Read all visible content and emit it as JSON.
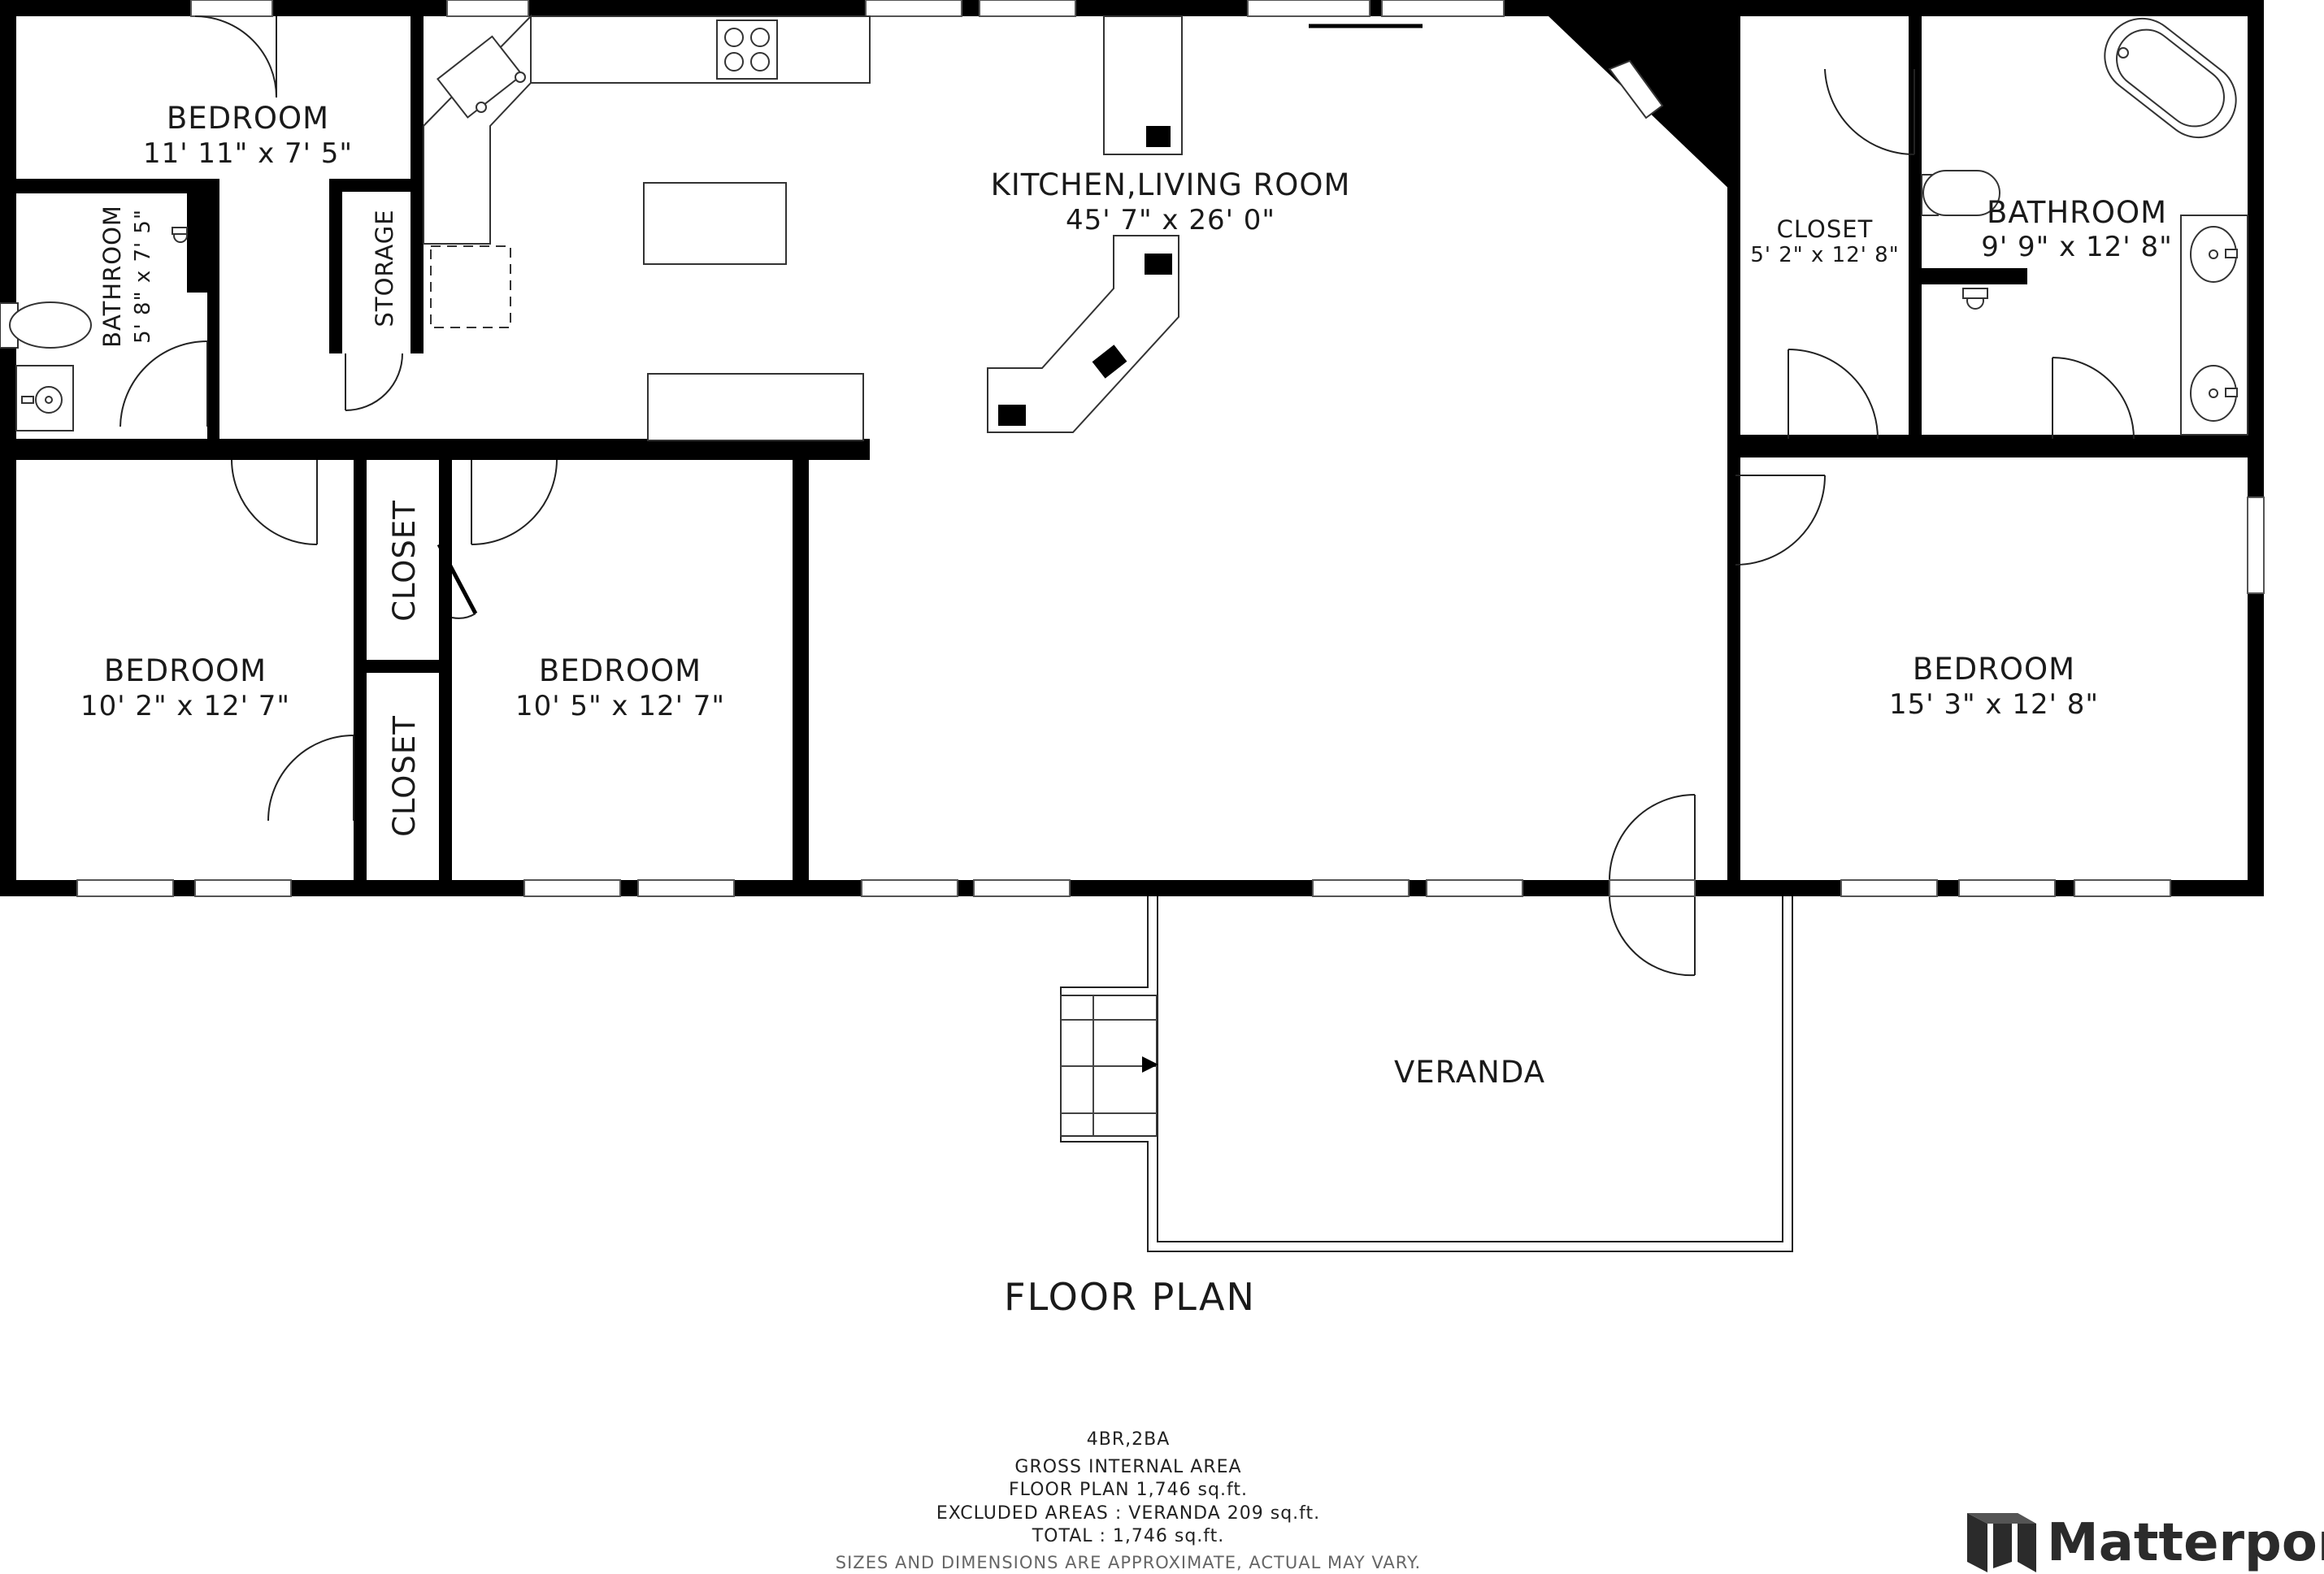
{
  "rooms": {
    "bedroom_top_left": {
      "name": "BEDROOM",
      "dims": "11' 11\" x 7' 5\""
    },
    "bathroom_left": {
      "name": "BATHROOM",
      "dims": "5' 8\" x 7' 5\""
    },
    "storage": {
      "name": "STORAGE"
    },
    "kitchen_living": {
      "name": "KITCHEN,LIVING ROOM",
      "dims": "45' 7\" x 26' 0\""
    },
    "closet_right": {
      "name": "CLOSET",
      "dims": "5' 2\" x 12' 8\""
    },
    "bathroom_right": {
      "name": "BATHROOM",
      "dims": "9' 9\" x 12' 8\""
    },
    "bedroom_bottom_left": {
      "name": "BEDROOM",
      "dims": "10' 2\" x 12' 7\""
    },
    "closet_upper": {
      "name": "CLOSET"
    },
    "closet_lower": {
      "name": "CLOSET"
    },
    "bedroom_bottom_mid": {
      "name": "BEDROOM",
      "dims": "10' 5\" x 12' 7\""
    },
    "bedroom_right": {
      "name": "BEDROOM",
      "dims": "15' 3\" x 12' 8\""
    },
    "veranda": {
      "name": "VERANDA"
    }
  },
  "title": "FLOOR PLAN",
  "summary": {
    "line1": "4BR,2BA",
    "line2": "GROSS INTERNAL AREA",
    "line3": "FLOOR PLAN 1,746 sq.ft.",
    "line4": "EXCLUDED AREAS :  VERANDA 209 sq.ft.",
    "line5": "TOTAL :  1,746 sq.ft.",
    "disclaimer": "SIZES AND DIMENSIONS ARE APPROXIMATE, ACTUAL MAY VARY."
  },
  "brand": {
    "name": "Matterport"
  },
  "colors": {
    "wall": "#000000",
    "background": "#ffffff",
    "text": "#1a1a1a"
  }
}
